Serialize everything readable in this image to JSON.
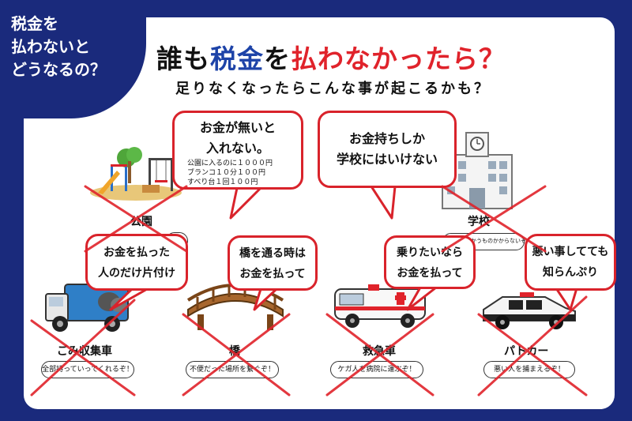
{
  "corner": {
    "lines": [
      "税金を",
      "払わないと",
      "どうなるの？"
    ]
  },
  "title": {
    "part1": "誰も",
    "part2": "税金",
    "part3": "を",
    "part4": "払わなかったら？"
  },
  "subtitle": "足りなくなったらこんな事が起こるかも？",
  "bubbles": {
    "park": {
      "lines": [
        "お金が無いと",
        "入れない。"
      ],
      "details": [
        "公園に入るのに１０００円",
        "ブランコ１０分１００円",
        "すべり台１回１００円"
      ]
    },
    "school": {
      "lines": [
        "お金持ちしか",
        "学校にはいけない"
      ]
    },
    "garbage": {
      "lines": [
        "お金を払った",
        "人のだけ片付け"
      ]
    },
    "bridge": {
      "lines": [
        "橋を通る時は",
        "お金を払って"
      ]
    },
    "ambulance": {
      "lines": [
        "乗りたいなら",
        "お金を払って"
      ]
    },
    "police": {
      "lines": [
        "悪い事してても",
        "知らんぷり"
      ]
    }
  },
  "labels": {
    "park": "公園",
    "school": "学校",
    "garbage": "ごみ収集車",
    "bridge": "橋",
    "ambulance": "救急車",
    "police": "パトカー"
  },
  "pills": {
    "school": "みんなでつかうものかからないぞ",
    "garbage": "全部持っていってくれるぞ！",
    "bridge": "不便だった場所を繋ぐぞ！",
    "ambulance": "ケガ人を病院に運ぶぞ！",
    "police": "悪い人を捕まえるぞ！"
  },
  "colors": {
    "navy": "#1a2a7c",
    "accent": "#1d43a8",
    "alert": "#e0232b",
    "bubble_border": "#d9232b"
  }
}
